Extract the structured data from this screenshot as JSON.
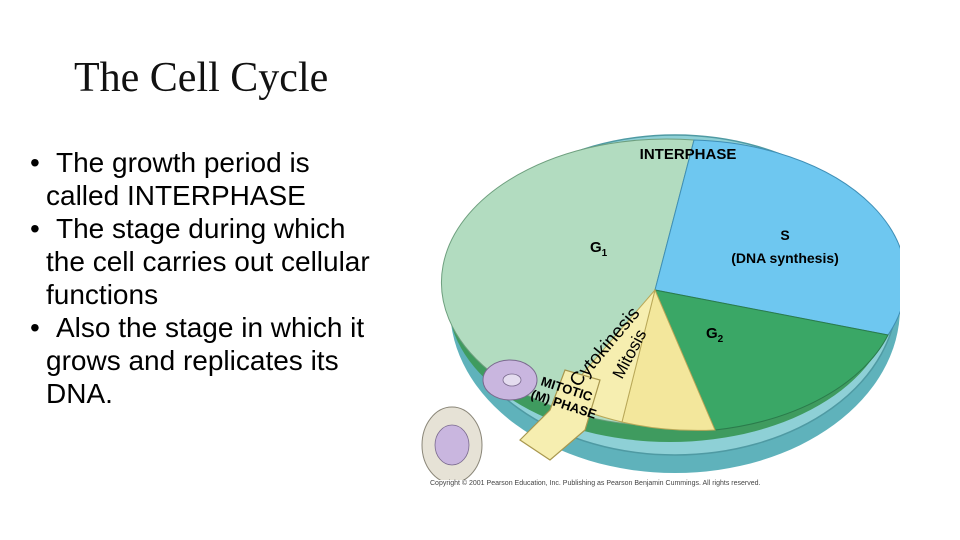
{
  "slide": {
    "title": "The Cell Cycle",
    "bullets": [
      {
        "line1": "The growth period is",
        "line2": "called INTERPHASE",
        "line3": ""
      },
      {
        "line1": "The stage during which",
        "line2": "the cell carries out cellular",
        "line3": "functions"
      },
      {
        "line1": "Also the stage in which it",
        "line2": "grows and replicates its",
        "line3": "DNA."
      }
    ]
  },
  "diagram": {
    "interphase_label": "INTERPHASE",
    "g1_label": "G",
    "g1_sub": "1",
    "s_label": "S",
    "s_detail": "(DNA synthesis)",
    "g2_label": "G",
    "g2_sub": "2",
    "cytokinesis_label": "Cytokinesis",
    "mitosis_label": "Mitosis",
    "mitotic_phase_line1": "MITOTIC",
    "mitotic_phase_line2": "(M) PHASE",
    "colors": {
      "g1": "#b2dcc0",
      "s": "#6ec7f0",
      "g2": "#3aa766",
      "mitosis": "#f3e79c",
      "cytokinesis": "#f6eeb0",
      "ring": "#8ed0d6",
      "ring_dark": "#5fb2bb",
      "cell": "#c9b6df"
    }
  },
  "copyright": "Copyright © 2001 Pearson Education, Inc. Publishing as Pearson Benjamin Cummings. All rights reserved."
}
